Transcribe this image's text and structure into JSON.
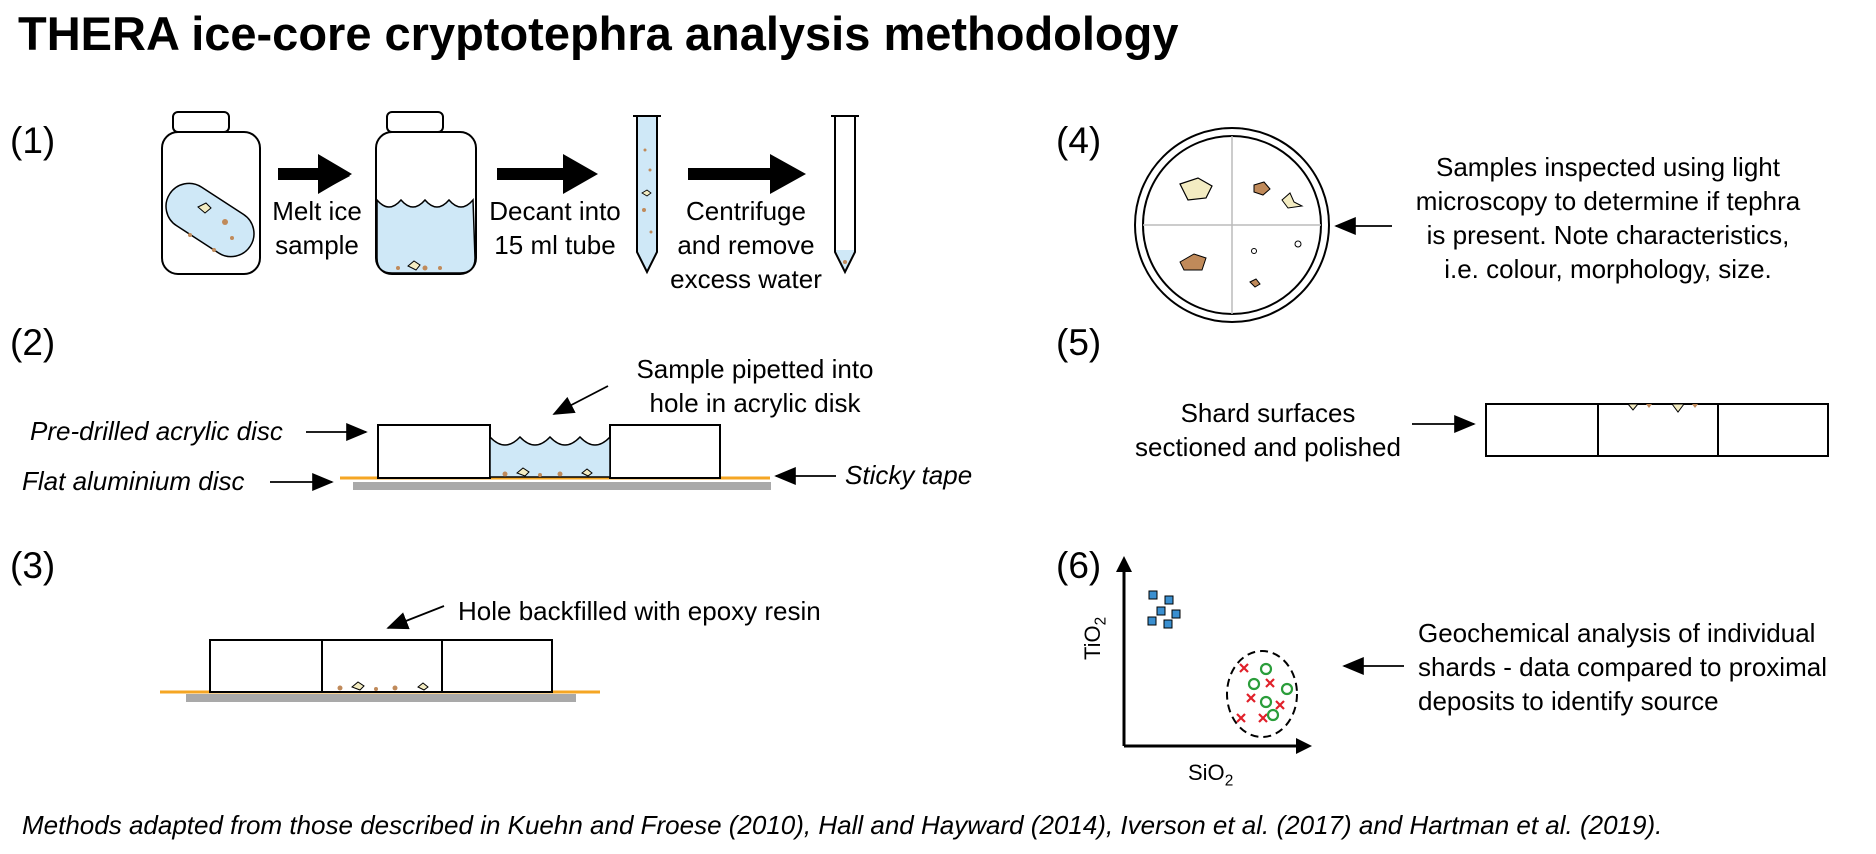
{
  "title": "THERA ice-core cryptotephra analysis methodology",
  "steps": [
    "(1)",
    "(2)",
    "(3)",
    "(4)",
    "(5)",
    "(6)"
  ],
  "step1": {
    "melt": "Melt ice\nsample",
    "decant": "Decant into\n15 ml tube",
    "centrifuge": "Centrifuge\nand remove\nexcess water"
  },
  "step2": {
    "pipetted": "Sample pipetted into\nhole in acrylic disk",
    "acrylic": "Pre-drilled acrylic disc",
    "aluminium": "Flat aluminium disc",
    "tape": "Sticky tape"
  },
  "step3": {
    "backfill": "Hole backfilled with epoxy resin"
  },
  "step4": {
    "text": "Samples inspected using light\nmicroscopy to determine if tephra\nis present. Note characteristics,\ni.e. colour, morphology, size."
  },
  "step5": {
    "text": "Shard surfaces\nsectioned and polished"
  },
  "step6": {
    "text": "Geochemical analysis of individual\nshards - data compared to proximal\ndeposits to identify source",
    "y_axis_main": "TiO",
    "y_axis_sub": "2",
    "x_axis_main": "SiO",
    "x_axis_sub": "2"
  },
  "footer": "Methods adapted from those described in Kuehn and Froese (2010), Hall and Hayward (2014), Iverson et al. (2017) and Hartman et al. (2019).",
  "colors": {
    "water": "#cfe8f7",
    "tape": "#f5a623",
    "aluminium": "#a9a9a9",
    "shard_light": "#f3ecc2",
    "shard_brown": "#c08a5a",
    "blue_marker": "#3a8fd0",
    "red_marker": "#e0202a",
    "green_marker": "#2a9d3a"
  }
}
